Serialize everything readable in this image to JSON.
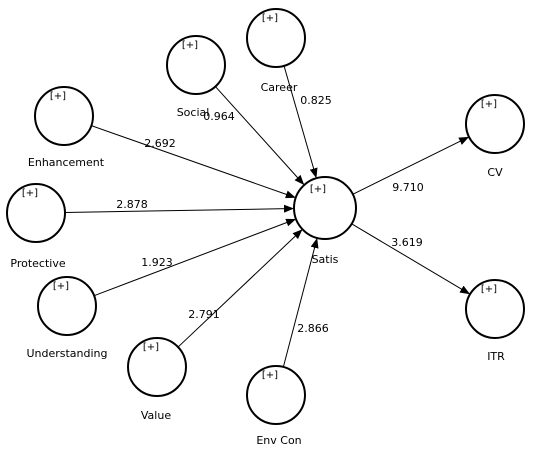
{
  "diagram": {
    "expand_marker": "[+]",
    "nodes": [
      {
        "id": "career",
        "name": "Career"
      },
      {
        "id": "social",
        "name": "Social"
      },
      {
        "id": "enhancement",
        "name": "Enhancement"
      },
      {
        "id": "protective",
        "name": "Protective"
      },
      {
        "id": "understanding",
        "name": "Understanding"
      },
      {
        "id": "value",
        "name": "Value"
      },
      {
        "id": "envcon",
        "name": "Env Con"
      },
      {
        "id": "satis",
        "name": "Satis"
      },
      {
        "id": "cv",
        "name": "CV"
      },
      {
        "id": "itr",
        "name": "ITR"
      }
    ],
    "edges": [
      {
        "from": "career",
        "to": "satis",
        "weight": "0.825"
      },
      {
        "from": "social",
        "to": "satis",
        "weight": "0.964"
      },
      {
        "from": "enhancement",
        "to": "satis",
        "weight": "2.692"
      },
      {
        "from": "protective",
        "to": "satis",
        "weight": "2.878"
      },
      {
        "from": "understanding",
        "to": "satis",
        "weight": "1.923"
      },
      {
        "from": "value",
        "to": "satis",
        "weight": "2.791"
      },
      {
        "from": "envcon",
        "to": "satis",
        "weight": "2.866"
      },
      {
        "from": "satis",
        "to": "cv",
        "weight": "9.710"
      },
      {
        "from": "satis",
        "to": "itr",
        "weight": "3.619"
      }
    ]
  }
}
